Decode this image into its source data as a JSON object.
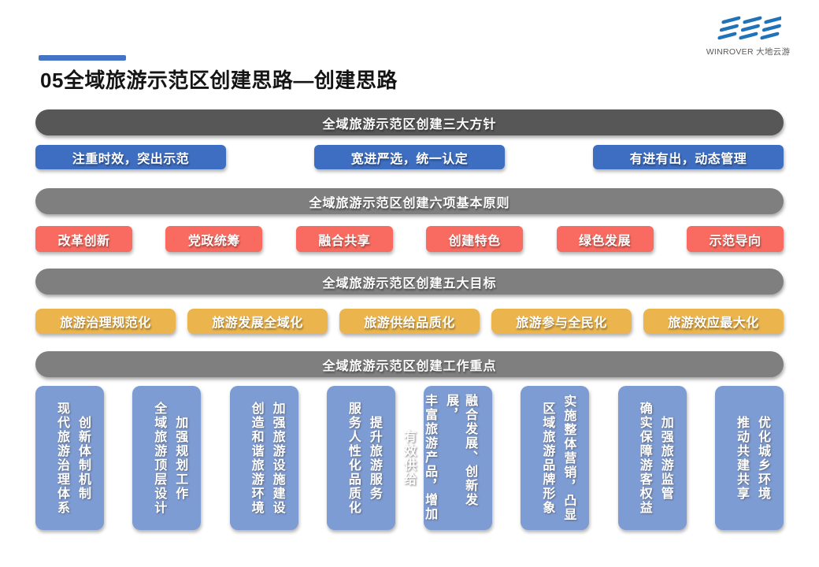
{
  "title": "05全域旅游示范区创建思路—创建思路",
  "logo": {
    "brand": "WINROVER 大地云游"
  },
  "colors": {
    "accent_blue": "#4472C4",
    "banner_dark": "#575757",
    "banner_gray": "#7F7F7F",
    "pill_blue": "#3E6EC1",
    "pill_red": "#F96B60",
    "pill_yellow": "#EBB44C",
    "box_blue": "#7E9CD4",
    "logo_blue": "#2173B9"
  },
  "sections": [
    {
      "banner": "全域旅游示范区创建三大方针",
      "items": [
        "注重时效，突出示范",
        "宽进严选，统一认定",
        "有进有出，动态管理"
      ]
    },
    {
      "banner": "全域旅游示范区创建六项基本原则",
      "items": [
        "改革创新",
        "党政统筹",
        "融合共享",
        "创建特色",
        "绿色发展",
        "示范导向"
      ]
    },
    {
      "banner": "全域旅游示范区创建五大目标",
      "items": [
        "旅游治理规范化",
        "旅游发展全域化",
        "旅游供给品质化",
        "旅游参与全民化",
        "旅游效应最大化"
      ]
    },
    {
      "banner": "全域旅游示范区创建工作重点",
      "boxes": [
        {
          "columns": [
            "创新体制机制",
            "现代旅游治理体系"
          ]
        },
        {
          "columns": [
            "加强规划工作",
            "全域旅游顶层设计"
          ]
        },
        {
          "columns": [
            "加强旅游设施建设",
            "创造和谐旅游环境"
          ]
        },
        {
          "columns": [
            "提升旅游服务",
            "服务人性化品质化"
          ]
        },
        {
          "columns": [
            "融合发展、创新发展，",
            "丰富旅游产品，增加",
            "有效供给"
          ]
        },
        {
          "columns": [
            "实施整体营销，凸显",
            "区域旅游品牌形象"
          ]
        },
        {
          "columns": [
            "加强旅游监管",
            "确实保障游客权益"
          ]
        },
        {
          "columns": [
            "优化城乡环境",
            "推动共建共享"
          ]
        }
      ]
    }
  ]
}
